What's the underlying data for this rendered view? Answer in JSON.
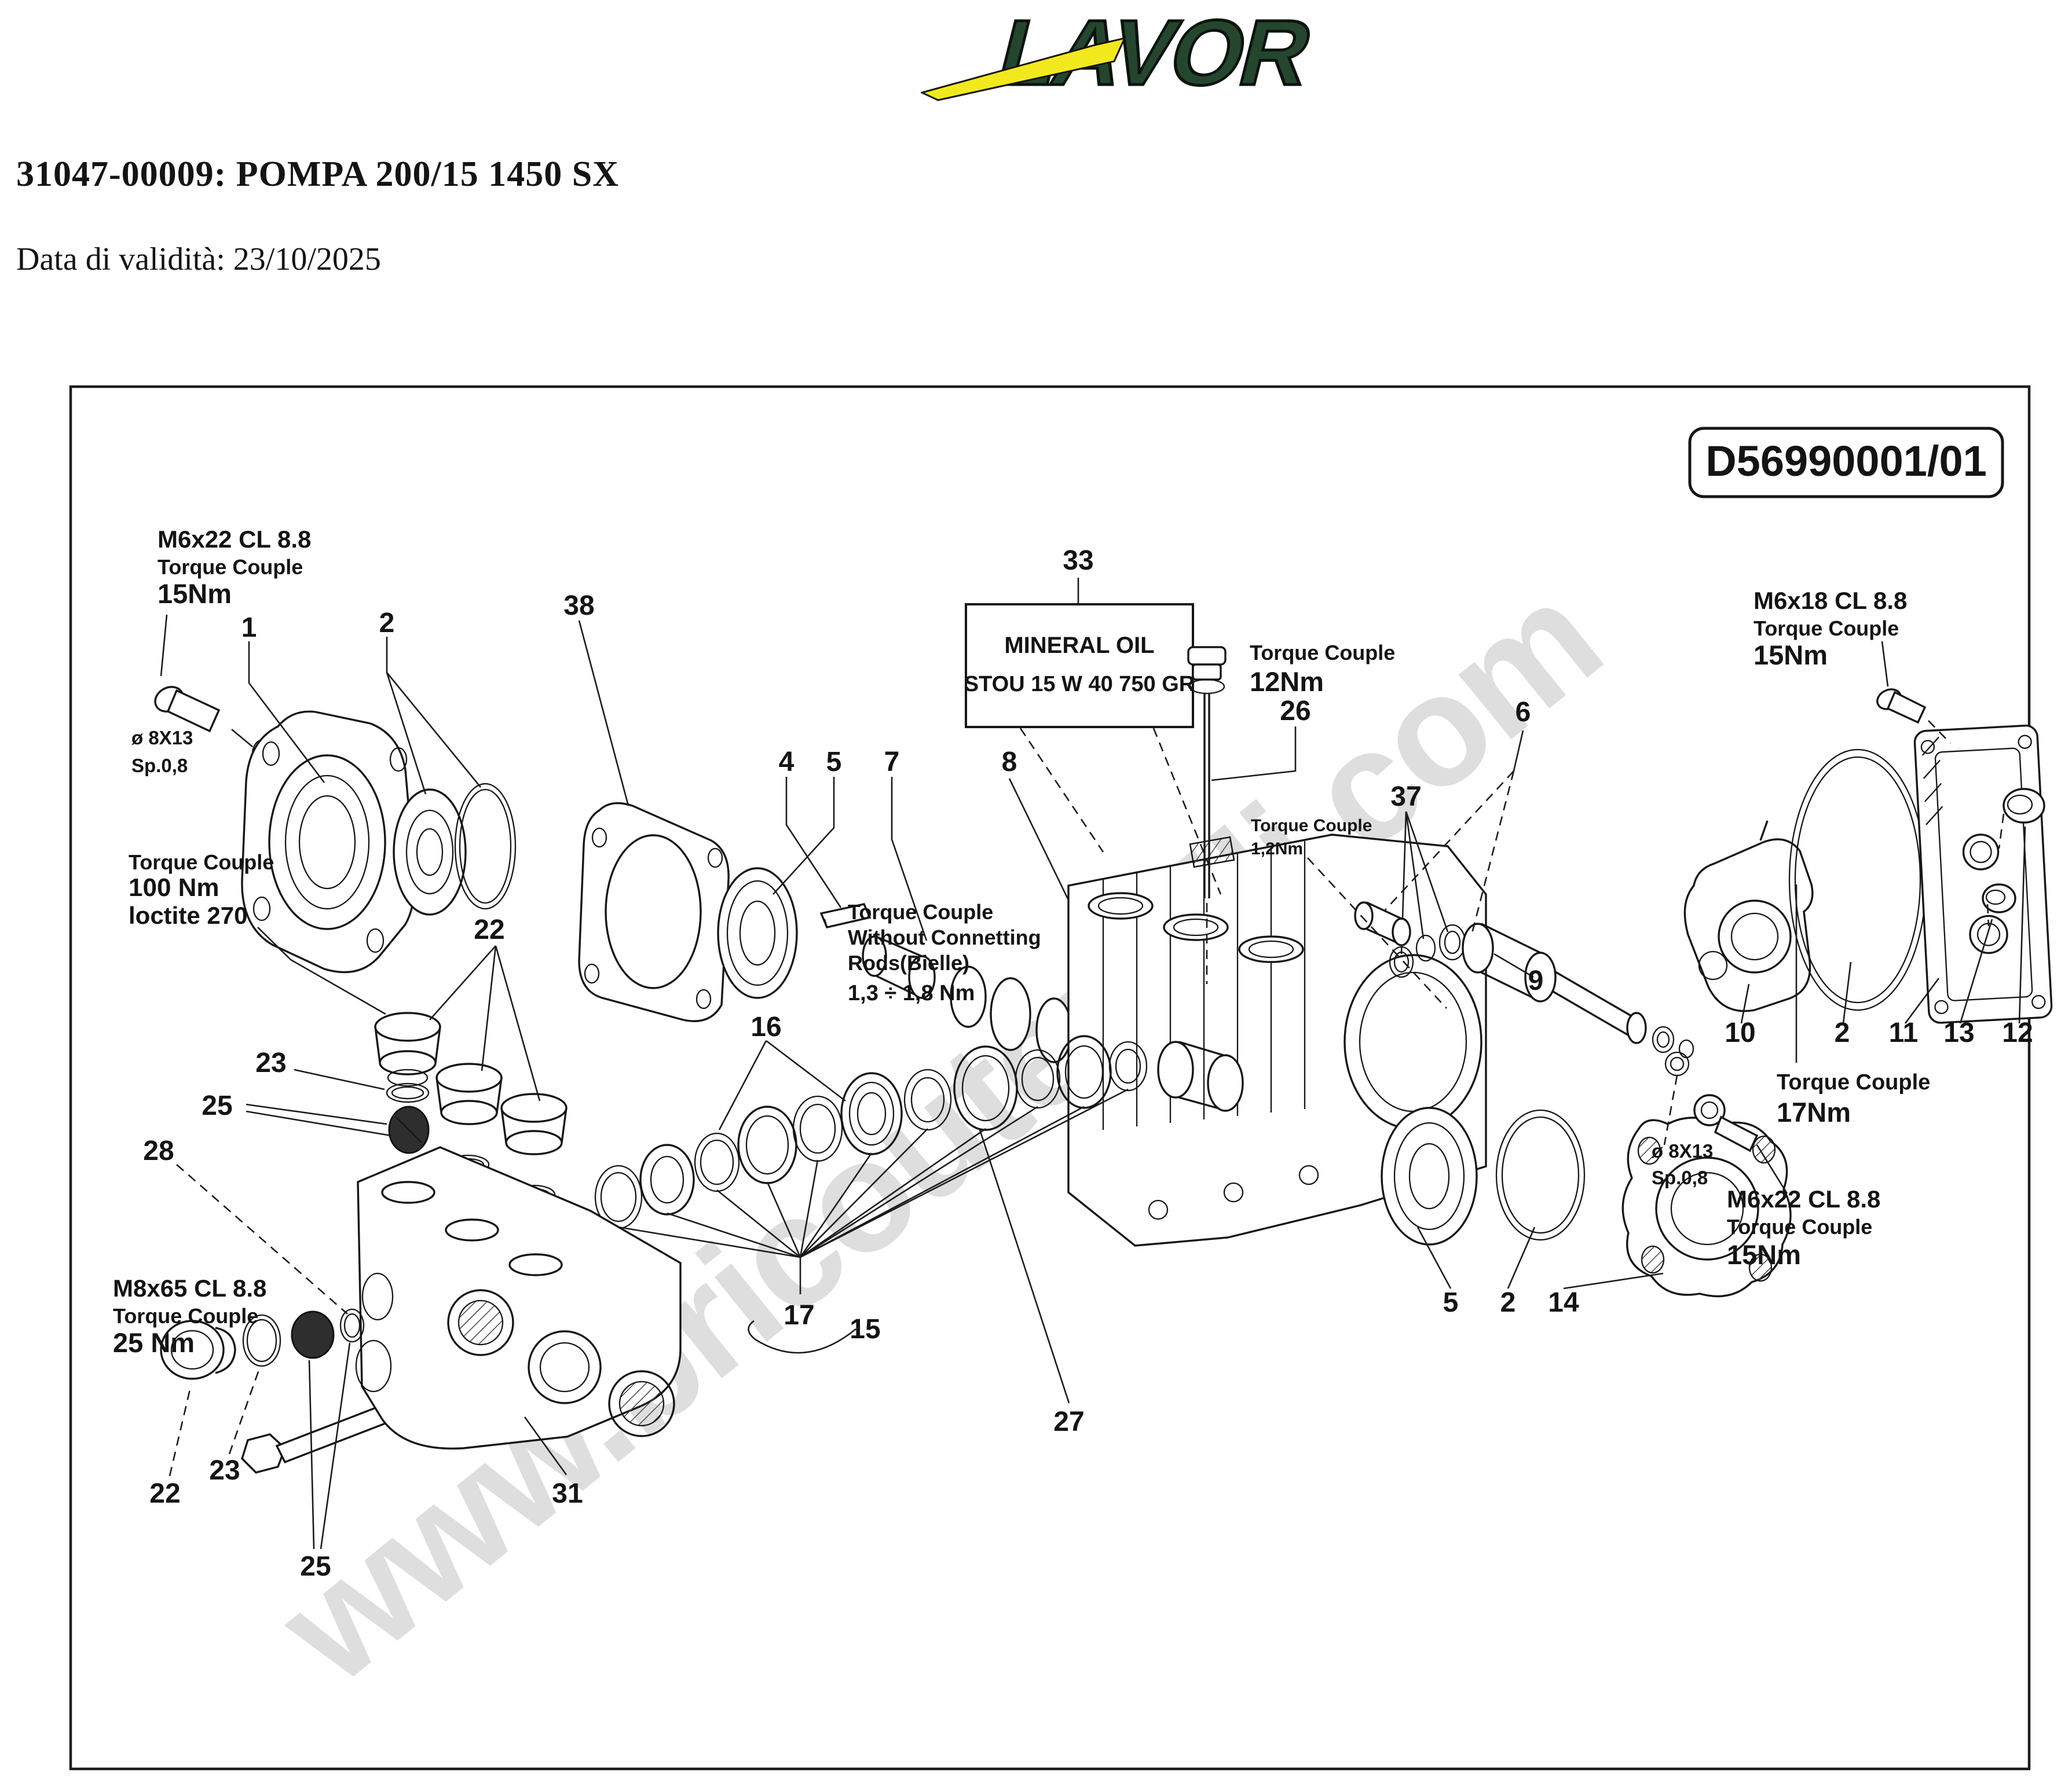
{
  "header": {
    "logo_text": "LAVOR",
    "title": "31047-00009: POMPA 200/15 1450 SX",
    "validity": "Data di validità: 23/10/2025"
  },
  "diagram": {
    "drawing_number": "D56990001/01",
    "watermark": "www.bricoutensili.com",
    "oil_box": [
      "MINERAL OIL",
      "STOU 15 W 40  750 GR"
    ],
    "annotations": {
      "m6x22": [
        "M6x22 CL 8.8",
        "Torque Couple",
        "15Nm"
      ],
      "dia8x13": [
        "ø 8X13",
        "Sp.0,8"
      ],
      "torque_100": [
        "Torque Couple",
        "100 Nm",
        "loctite 270"
      ],
      "m8x65": [
        "M8x65 CL 8.8",
        "Torque Couple",
        "25 Nm"
      ],
      "torque_12": [
        "Torque Couple",
        "12Nm"
      ],
      "rods": [
        "Torque Couple",
        "Without Connetting",
        "Rods(Bielle)",
        "1,3  ÷  1,8 Nm"
      ],
      "torque_12_small": [
        "Torque Couple",
        "1,2Nm"
      ],
      "m6x18": [
        "M6x18 CL 8.8",
        "Torque Couple",
        "15Nm"
      ],
      "torque_17": [
        "Torque Couple",
        "17Nm"
      ]
    },
    "part_numbers": {
      "p1": "1",
      "p2": "2",
      "p4": "4",
      "p5": "5",
      "p6": "6",
      "p7": "7",
      "p8": "8",
      "p9": "9",
      "p10": "10",
      "p11": "11",
      "p12": "12",
      "p13": "13",
      "p14": "14",
      "p15": "15",
      "p16": "16",
      "p17": "17",
      "p22": "22",
      "p23": "23",
      "p25": "25",
      "p26": "26",
      "p27": "27",
      "p28": "28",
      "p31": "31",
      "p33": "33",
      "p37": "37",
      "p38": "38"
    }
  }
}
